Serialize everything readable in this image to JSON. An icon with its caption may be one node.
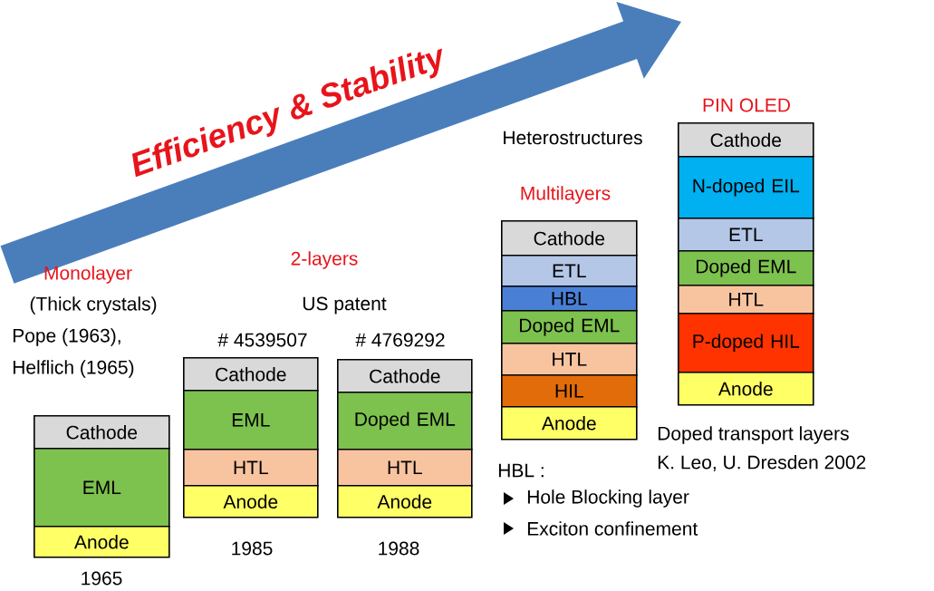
{
  "diagram": {
    "nodes": [
      {
        "text": [
          "Cathode"
        ]
      },
      {
        "text": [
          "EML"
        ]
      },
      {
        "text": [
          "Anode"
        ]
      },
      {
        "text": [
          "Cathode"
        ]
      },
      {
        "text": [
          "EML"
        ]
      },
      {
        "text": [
          "HTL"
        ]
      },
      {
        "text": [
          "Anode"
        ]
      },
      {
        "text": [
          "Cathode"
        ]
      },
      {
        "text": [
          "Doped EML"
        ]
      },
      {
        "text": [
          "HTL"
        ]
      },
      {
        "text": [
          "Anode"
        ]
      },
      {
        "text": [
          "Cathode"
        ]
      },
      {
        "text": [
          "ETL"
        ]
      },
      {
        "text": [
          "HBL"
        ]
      },
      {
        "text": [
          "Doped EML"
        ]
      },
      {
        "text": [
          "HTL"
        ]
      },
      {
        "text": [
          "HIL"
        ]
      },
      {
        "text": [
          "Anode"
        ]
      },
      {
        "text": [
          "Cathode"
        ]
      },
      {
        "text": [
          "N-doped EIL"
        ]
      },
      {
        "text": [
          "ETL"
        ]
      },
      {
        "text": [
          "Doped EML"
        ]
      },
      {
        "text": [
          "HTL"
        ]
      },
      {
        "text": [
          "P-doped HIL"
        ]
      },
      {
        "text": [
          "Anode"
        ]
      }
    ],
    "labels": [
      "Efficiency & Stability",
      "PIN OLED",
      "Heterostructures",
      "Multilayers",
      "2-layers",
      "Monolayer",
      "(Thick crystals)",
      "US patent",
      "Pope (1963),",
      "# 4539507",
      "# 4769292",
      "Helflich (1965)",
      "Doped transport layers",
      "K. Leo, U. Dresden 2002",
      "HBL :",
      "Hole Blocking layer",
      "Exciton confinement",
      "1985",
      "1988",
      "1965"
    ]
  }
}
